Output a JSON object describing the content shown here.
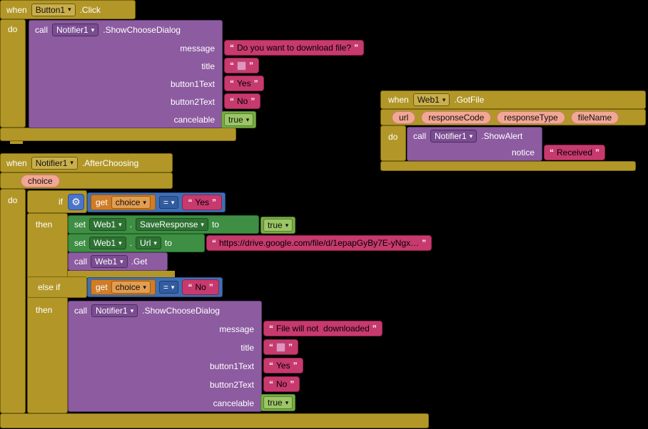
{
  "ui": {
    "quote_open": "“",
    "quote_close": "”",
    "dropdown_arrow": "▾",
    "gear_icon": "⚙"
  },
  "colors": {
    "canvas_bg": "#000000",
    "event_gold": "#B29728",
    "method_purple": "#8C5BA0",
    "setter_green": "#3E8E43",
    "logic_green": "#77AB41",
    "text_pink": "#C73A6D",
    "math_blue": "#3F6FB5",
    "variable_orange": "#CF7D28",
    "param_salmon": "#F2A795"
  },
  "block_button1_click": {
    "when": "when",
    "component": "Button1",
    "event": ".Click",
    "do": "do",
    "call": "call",
    "call_component": "Notifier1",
    "method": ".ShowChooseDialog",
    "arg_labels": {
      "message": "message",
      "title": "title",
      "button1": "button1Text",
      "button2": "button2Text",
      "cancelable": "cancelable"
    },
    "arg_values": {
      "message": "Do you want to download file?",
      "button1": "Yes",
      "button2": "No",
      "cancelable": "true"
    }
  },
  "block_web_gotfile": {
    "when": "when",
    "component": "Web1",
    "event": ".GotFile",
    "do": "do",
    "params": [
      "url",
      "responseCode",
      "responseType",
      "fileName"
    ],
    "call": "call",
    "call_component": "Notifier1",
    "method": ".ShowAlert",
    "arg_labels": {
      "notice": "notice"
    },
    "arg_values": {
      "notice": "Received"
    }
  },
  "block_after_choosing": {
    "when": "when",
    "component": "Notifier1",
    "event": ".AfterChoosing",
    "param": "choice",
    "do": "do",
    "if": "if",
    "then": "then",
    "else_if": "else if",
    "then2": "then",
    "cond1": {
      "get": "get",
      "var": "choice",
      "op": "=",
      "value": "Yes"
    },
    "set1": {
      "set": "set",
      "component": "Web1",
      "dot": ".",
      "prop": "SaveResponse",
      "to": "to",
      "value": "true"
    },
    "set2": {
      "set": "set",
      "component": "Web1",
      "dot": ".",
      "prop": "Url",
      "to": "to",
      "value": "https://drive.google.com/file/d/1epapGyBy7E-yNgx…"
    },
    "call_get": {
      "call": "call",
      "component": "Web1",
      "method": ".Get"
    },
    "cond2": {
      "get": "get",
      "var": "choice",
      "op": "=",
      "value": "No"
    },
    "call2": "call",
    "call2_component": "Notifier1",
    "method2": ".ShowChooseDialog",
    "arg_labels": {
      "message": "message",
      "title": "title",
      "button1": "button1Text",
      "button2": "button2Text",
      "cancelable": "cancelable"
    },
    "arg_values": {
      "message": "File will not  downloaded",
      "button1": "Yes",
      "button2": "No",
      "cancelable": "true"
    }
  }
}
